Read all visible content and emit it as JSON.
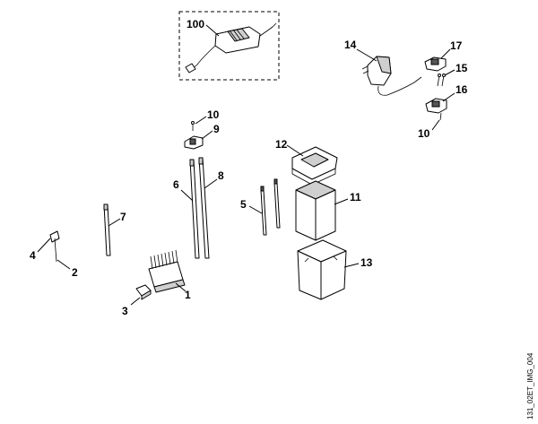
{
  "diagram": {
    "reference_code": "131_02ET_IMG_004",
    "callouts": {
      "c1": "1",
      "c2": "2",
      "c3": "3",
      "c4": "4",
      "c5": "5",
      "c6": "6",
      "c7": "7",
      "c8": "8",
      "c9": "9",
      "c10a": "10",
      "c10b": "10",
      "c11": "11",
      "c12": "12",
      "c13": "13",
      "c14": "14",
      "c15": "15",
      "c16": "16",
      "c17": "17",
      "c100": "100"
    }
  }
}
